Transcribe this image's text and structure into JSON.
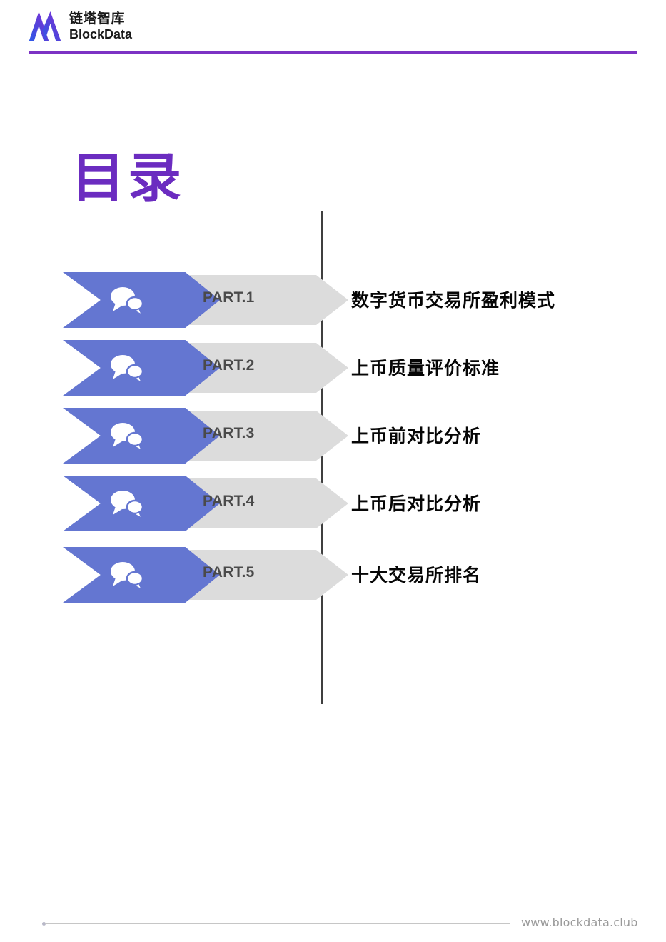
{
  "header": {
    "logo_icon": "blockdata-mountain-logo",
    "logo_cn": "链塔智库",
    "logo_en": "BlockData",
    "rule_color": "#7C32C4",
    "gradient_start": "#2B5BEA",
    "gradient_end": "#8A2BE2"
  },
  "title": "目录",
  "title_color": "#6B2CC0",
  "toc": {
    "chevron_blue_color": "#6476D1",
    "chevron_gray_color": "#DCDCDC",
    "part_label_color": "#4a4a4a",
    "entry_text_color": "#060606",
    "items": [
      {
        "part": "PART.1",
        "icon": "speech-bubbles-icon",
        "text": "数字货币交易所盈利模式"
      },
      {
        "part": "PART.2",
        "icon": "speech-bubbles-icon",
        "text": "上币质量评价标准"
      },
      {
        "part": "PART.3",
        "icon": "speech-bubbles-icon",
        "text": "上币前对比分析"
      },
      {
        "part": "PART.4",
        "icon": "speech-bubbles-icon",
        "text": "上币后对比分析"
      },
      {
        "part": "PART.5",
        "icon": "speech-bubbles-icon",
        "text": "十大交易所排名"
      }
    ]
  },
  "footer": {
    "url": "www.blockdata.club",
    "line_color": "#c6c6c6",
    "url_color": "#9a9a9a"
  }
}
